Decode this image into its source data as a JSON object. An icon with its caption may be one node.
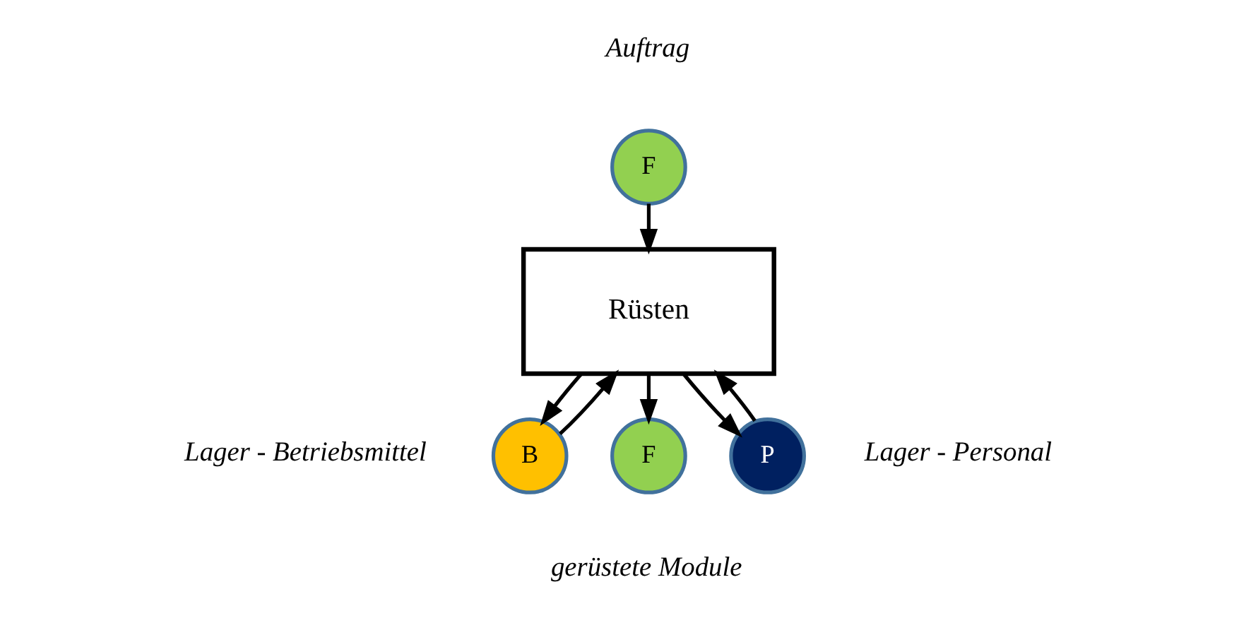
{
  "diagram": {
    "nodes": [
      {
        "text": [
          "F"
        ],
        "beside": [
          "Auftrag"
        ]
      },
      {
        "text": [
          "Rüsten"
        ]
      },
      {
        "text": [
          "B"
        ],
        "beside": [
          "Lager - Betriebsmittel"
        ]
      },
      {
        "text": [
          "P"
        ],
        "beside": [
          "Lager - Personal"
        ]
      },
      {
        "text": [
          "F"
        ],
        "beside": [
          "gerüstete Module"
        ]
      }
    ],
    "edges": [
      {
        "from": 0,
        "to": 1,
        "arrow": "to"
      },
      {
        "from": 2,
        "to": 1,
        "arrow": "to"
      },
      {
        "from": 3,
        "to": 1,
        "arrow": "to"
      },
      {
        "from": 1,
        "to": 2,
        "arrow": "to"
      },
      {
        "from": 1,
        "to": 4,
        "arrow": "to"
      },
      {
        "from": 1,
        "to": 3,
        "arrow": "to"
      }
    ]
  }
}
